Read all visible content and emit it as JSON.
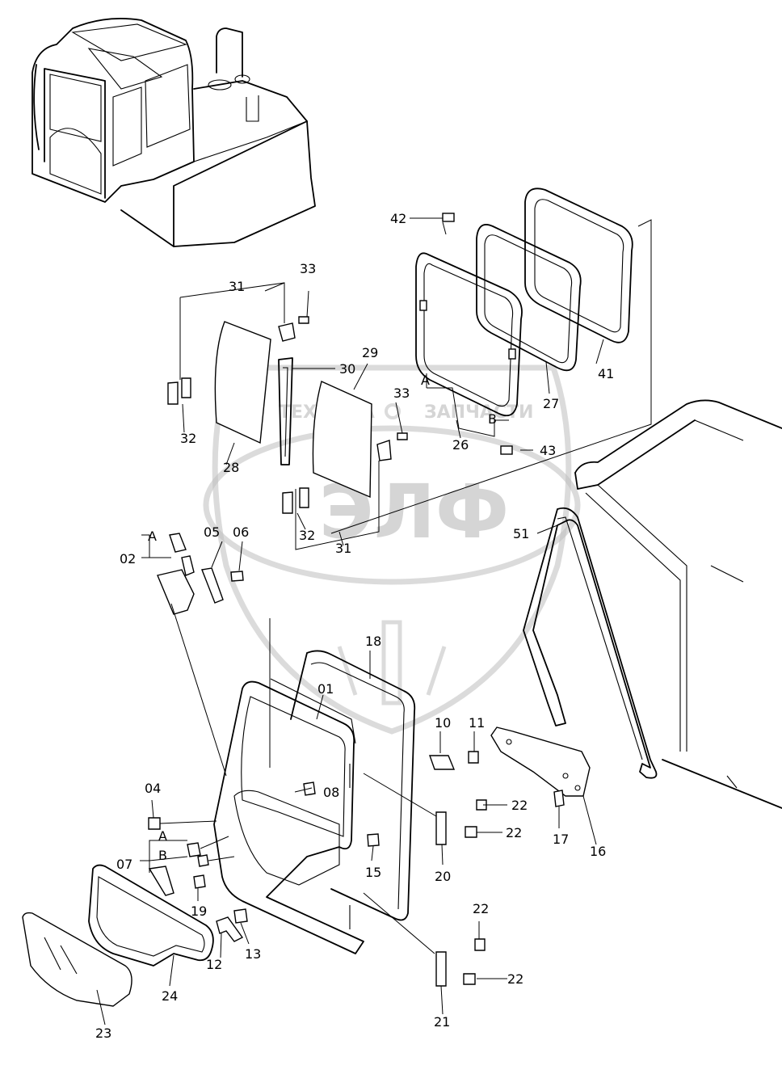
{
  "watermark": {
    "line1_left": "ТЕХНИКА",
    "line1_right": "ЗАПЧАСТИ",
    "logo": "ЭЛФ"
  },
  "callouts": {
    "c01": "01",
    "c02": "02",
    "c04": "04",
    "c05": "05",
    "c06": "06",
    "c07": "07",
    "c08": "08",
    "c10": "10",
    "c11": "11",
    "c12": "12",
    "c13": "13",
    "c15": "15",
    "c16": "16",
    "c17": "17",
    "c18": "18",
    "c19": "19",
    "c20": "20",
    "c21": "21",
    "c22a": "22",
    "c22b": "22",
    "c22c": "22",
    "c22d": "22",
    "c23": "23",
    "c24": "24",
    "c26": "26",
    "c27": "27",
    "c28": "28",
    "c29": "29",
    "c30": "30",
    "c31a": "31",
    "c31b": "31",
    "c32a": "32",
    "c32b": "32",
    "c33a": "33",
    "c33b": "33",
    "c41": "41",
    "c42": "42",
    "c43": "43",
    "c51": "51",
    "refA1": "A",
    "refB1": "B",
    "refA2": "A",
    "refA3": "A",
    "refB3": "B"
  }
}
